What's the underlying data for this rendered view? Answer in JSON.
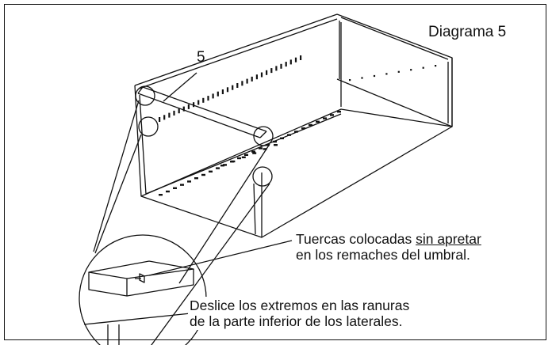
{
  "title": "Diagrama 5",
  "part_label": "5",
  "note_nuts": {
    "line1_prefix": "Tuercas colocadas ",
    "line1_underlined": "sin apretar",
    "line2": "en los remaches del umbral."
  },
  "note_slide": {
    "line1": "Deslice los extremos en las ranuras",
    "line2": "de la parte inferior de los laterales."
  },
  "colors": {
    "ink": "#111111",
    "background": "#ffffff"
  }
}
